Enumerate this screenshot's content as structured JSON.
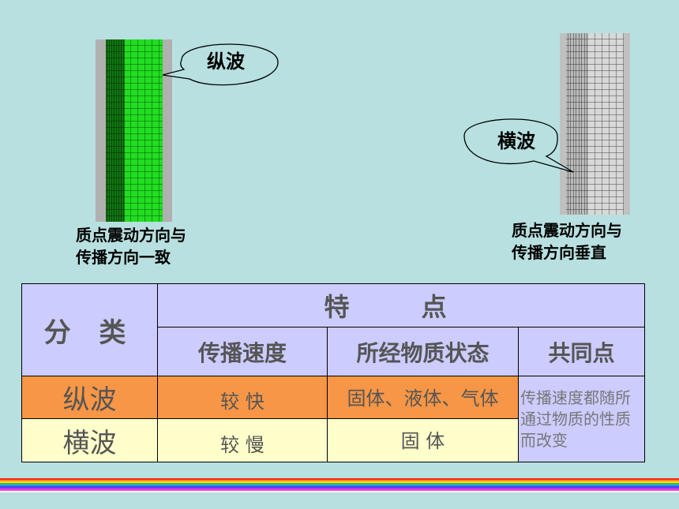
{
  "longitudinal": {
    "label": "纵波",
    "caption": "质点震动方向与\n传播方向一致",
    "colors": {
      "wall": "#b0b0b0",
      "grid_fill": "#22dd22",
      "grid_line": "#005500"
    }
  },
  "transverse": {
    "label": "横波",
    "caption": "质点震动方向与\n传播方向垂直",
    "colors": {
      "wall": "#c0c0c0",
      "grid_fill": "#d8d8d8",
      "grid_line": "#444444"
    }
  },
  "table": {
    "classification_header": "分 类",
    "features_header": "特 点",
    "columns": [
      "传播速度",
      "所经物质状态",
      "共同点"
    ],
    "rows": [
      {
        "name": "纵波",
        "speed": "较 快",
        "medium": "固体、液体、气体"
      },
      {
        "name": "横波",
        "speed": "较 慢",
        "medium": "固 体"
      }
    ],
    "common": "传播速度都随所\n通过物质的性质\n而改变",
    "colors": {
      "header_bg": "#ccccff",
      "row1_bg": "#f79646",
      "row2_bg": "#ffffcc"
    }
  }
}
